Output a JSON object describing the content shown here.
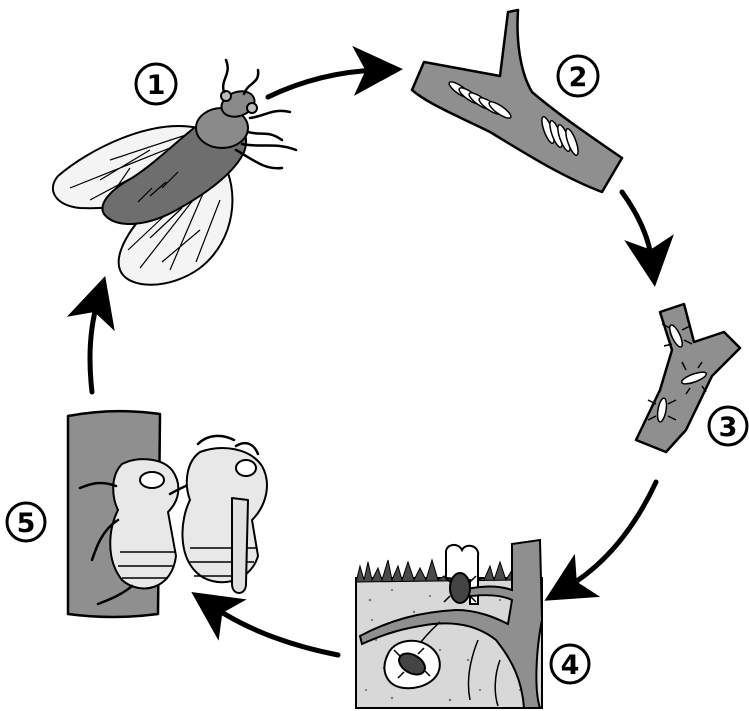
{
  "stages": [
    {
      "number": "1",
      "subject": "adult-cicada"
    },
    {
      "number": "2",
      "subject": "eggs-in-twig"
    },
    {
      "number": "3",
      "subject": "hatched-nymphs-on-twig"
    },
    {
      "number": "4",
      "subject": "nymphs-underground-at-roots"
    },
    {
      "number": "5",
      "subject": "nymph-molting-on-tree-trunk"
    }
  ],
  "colors": {
    "ink": "#000000",
    "bark": "#8f8f8f",
    "soil": "#d8d8d8",
    "body_dark": "#6e6e6e",
    "wing": "#f4f4f4",
    "shell": "#e8e8e8"
  }
}
